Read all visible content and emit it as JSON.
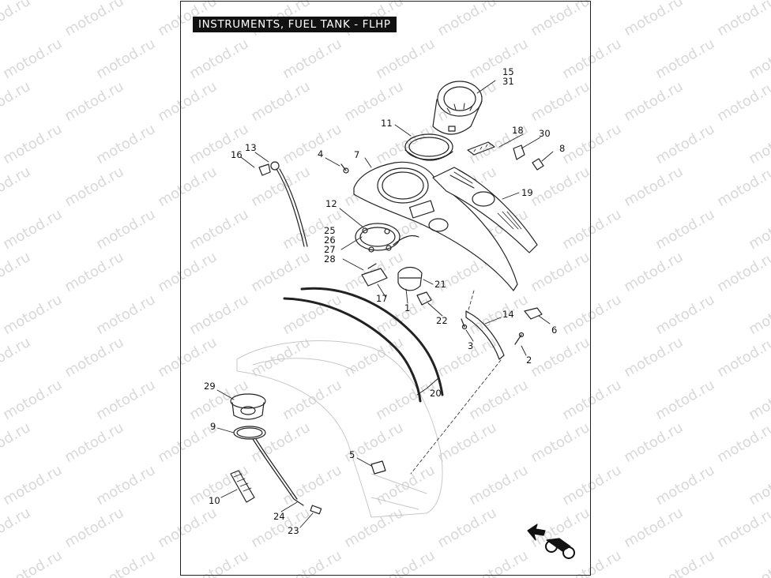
{
  "title": "INSTRUMENTS, FUEL TANK - FLHP",
  "watermark": "motod.ru",
  "callouts": {
    "c1": "1",
    "c2": "2",
    "c3": "3",
    "c4": "4",
    "c5": "5",
    "c6": "6",
    "c7": "7",
    "c8": "8",
    "c9": "9",
    "c10": "10",
    "c11": "11",
    "c12": "12",
    "c13": "13",
    "c14": "14",
    "c15": "15",
    "c16": "16",
    "c17": "17",
    "c18": "18",
    "c19": "19",
    "c20": "20",
    "c21": "21",
    "c22": "22",
    "c23": "23",
    "c24": "24",
    "c25": "25",
    "c26": "26",
    "c27": "27",
    "c28": "28",
    "c29": "29",
    "c30": "30",
    "c31": "31"
  },
  "icons": [
    "motorcycle-direction-icon"
  ]
}
